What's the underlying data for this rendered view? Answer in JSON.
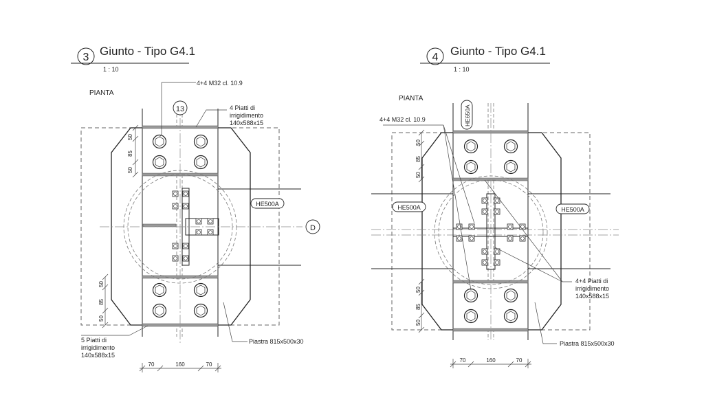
{
  "views": [
    {
      "number": "3",
      "title": "Giunto - Tipo G4.1",
      "scale": "1 : 10",
      "section_label": "PIANTA",
      "grid_marker_vertical": "13",
      "grid_marker_horizontal": "D",
      "labels": {
        "bolts": "4+4 M32 cl. 10.9",
        "stiffeners_top_1": "4 Piatti di",
        "stiffeners_top_2": "irrigidimento",
        "stiffeners_top_3": "140x588x15",
        "stiffeners_bottom_1": "5 Piatti di",
        "stiffeners_bottom_2": "irrigidimento",
        "stiffeners_bottom_3": "140x588x15",
        "plate": "Piastra 815x500x30",
        "beam_right": "HE500A"
      },
      "dims_vertical": [
        "50",
        "85",
        "50"
      ],
      "dims_horizontal": [
        "70",
        "160",
        "70"
      ]
    },
    {
      "number": "4",
      "title": "Giunto - Tipo G4.1",
      "scale": "1 : 10",
      "section_label": "PIANTA",
      "labels": {
        "column": "HE650A",
        "bolts": "4+4 M32 cl. 10.9",
        "beam_left": "HE500A",
        "beam_right": "HE500A",
        "stiffeners_1": "4+4 Piatti di",
        "stiffeners_2": "irrigidimento",
        "stiffeners_3": "140x588x15",
        "plate": "Piastra 815x500x30"
      },
      "dims_vertical": [
        "50",
        "85",
        "50"
      ],
      "dims_horizontal": [
        "70",
        "160",
        "70"
      ]
    }
  ]
}
